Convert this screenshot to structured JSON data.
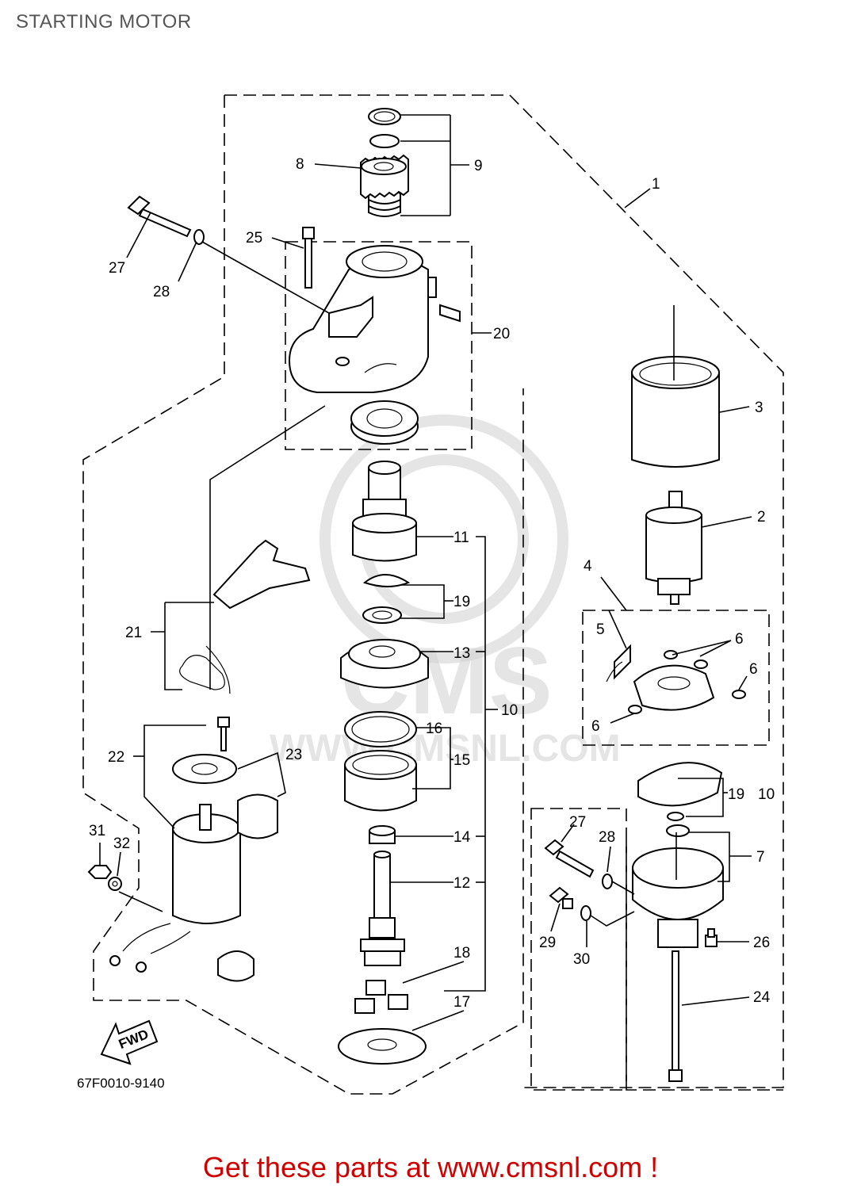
{
  "title": "STARTING MOTOR",
  "diagram_code": "67F0010-9140",
  "fwd_label": "FWD",
  "watermark": "WWW.CMSNL.COM",
  "watermark_brand": "CMS",
  "footer_text": "Get these parts at www.cmsnl.com !",
  "callouts": {
    "c1": "1",
    "c2": "2",
    "c3": "3",
    "c4": "4",
    "c5": "5",
    "c6a": "6",
    "c6b": "6",
    "c6c": "6",
    "c7": "7",
    "c8": "8",
    "c9": "9",
    "c10a": "10",
    "c10b": "10",
    "c11": "11",
    "c12": "12",
    "c13": "13",
    "c14": "14",
    "c15": "15",
    "c16": "16",
    "c17": "17",
    "c18": "18",
    "c19a": "19",
    "c19b": "19",
    "c20": "20",
    "c21": "21",
    "c22": "22",
    "c23": "23",
    "c24": "24",
    "c25": "25",
    "c26": "26",
    "c27a": "27",
    "c27b": "27",
    "c28a": "28",
    "c28b": "28",
    "c29": "29",
    "c30": "30",
    "c31": "31",
    "c32": "32"
  }
}
